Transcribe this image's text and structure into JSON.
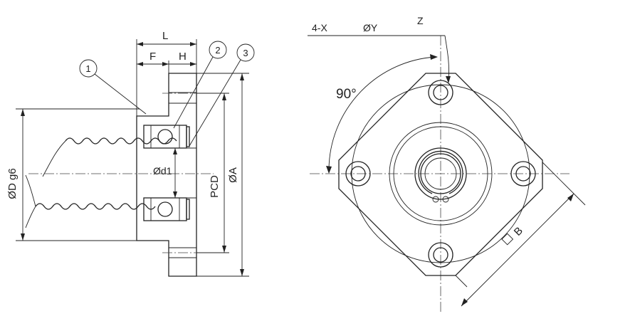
{
  "labels": {
    "L": "L",
    "F": "F",
    "H": "H",
    "callout1": "1",
    "callout2": "2",
    "callout3": "3",
    "D": "ØD g6",
    "d1": "Ød1",
    "PCD": "PCD",
    "A": "ØA",
    "hole_count": "4-X",
    "hole_dia": "ØY",
    "counterbore": "Z",
    "angle": "90°",
    "square": "B"
  }
}
